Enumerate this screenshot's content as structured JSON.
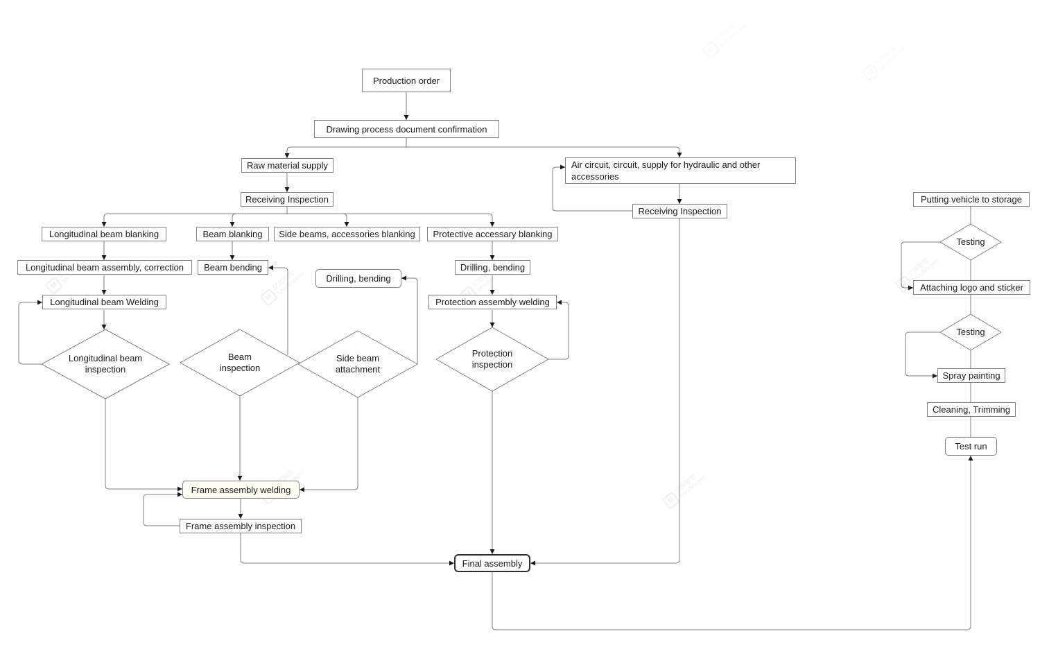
{
  "watermark": {
    "logo_letter": "M",
    "brand_cn": "亿图脑图",
    "brand_en": "MindMaster"
  },
  "colors": {
    "background": "#ffffff",
    "connector": "#7f7f7f",
    "box_border": "#7f7f7f",
    "text": "#1b1b1b",
    "arrowhead": "#1a1a1a",
    "final_assembly_border": "#2f2f2f",
    "frame_welding_fill": "#fffdf2"
  },
  "nodes": {
    "production_order": {
      "label": "Production order"
    },
    "drawing_confirmation": {
      "label": "Drawing process document confirmation"
    },
    "raw_material_supply": {
      "label": "Raw material supply"
    },
    "air_circuit": {
      "label": "Air circuit, circuit, supply for hydraulic and other accessories"
    },
    "receiving_inspection_left": {
      "label": "Receiving Inspection"
    },
    "receiving_inspection_right": {
      "label": "Receiving Inspection"
    },
    "longitudinal_beam_blanking": {
      "label": "Longitudinal beam blanking"
    },
    "beam_blanking": {
      "label": "Beam blanking"
    },
    "side_beams_accessories_blanking": {
      "label": "Side beams, accessories blanking"
    },
    "protective_accessary_blanking": {
      "label": "Protective accessary blanking"
    },
    "longitudinal_beam_assembly": {
      "label": "Longitudinal beam assembly, correction"
    },
    "beam_bending": {
      "label": "Beam bending"
    },
    "drilling_bending_side": {
      "label": "Drilling, bending"
    },
    "drilling_bending_protective": {
      "label": "Drilling, bending"
    },
    "longitudinal_beam_welding": {
      "label": "Longitudinal beam Welding"
    },
    "protection_assembly_welding": {
      "label": "Protection assembly welding"
    },
    "longitudinal_beam_inspection": {
      "label": "Longitudinal beam\ninspection"
    },
    "beam_inspection": {
      "label": "Beam\ninspection"
    },
    "side_beam_attachment": {
      "label": "Side beam\nattachment"
    },
    "protection_inspection": {
      "label": "Protection\ninspection"
    },
    "frame_assembly_welding": {
      "label": "Frame assembly welding"
    },
    "frame_assembly_inspection": {
      "label": "Frame assembly inspection"
    },
    "final_assembly": {
      "label": "Final assembly"
    },
    "putting_vehicle_to_storage": {
      "label": "Putting vehicle to storage"
    },
    "testing_upper": {
      "label": "Testing"
    },
    "attaching_logo_sticker": {
      "label": "Attaching logo and sticker"
    },
    "testing_lower": {
      "label": "Testing"
    },
    "spray_painting": {
      "label": "Spray painting"
    },
    "cleaning_trimming": {
      "label": "Cleaning, Trimming"
    },
    "test_run": {
      "label": "Test run"
    }
  }
}
